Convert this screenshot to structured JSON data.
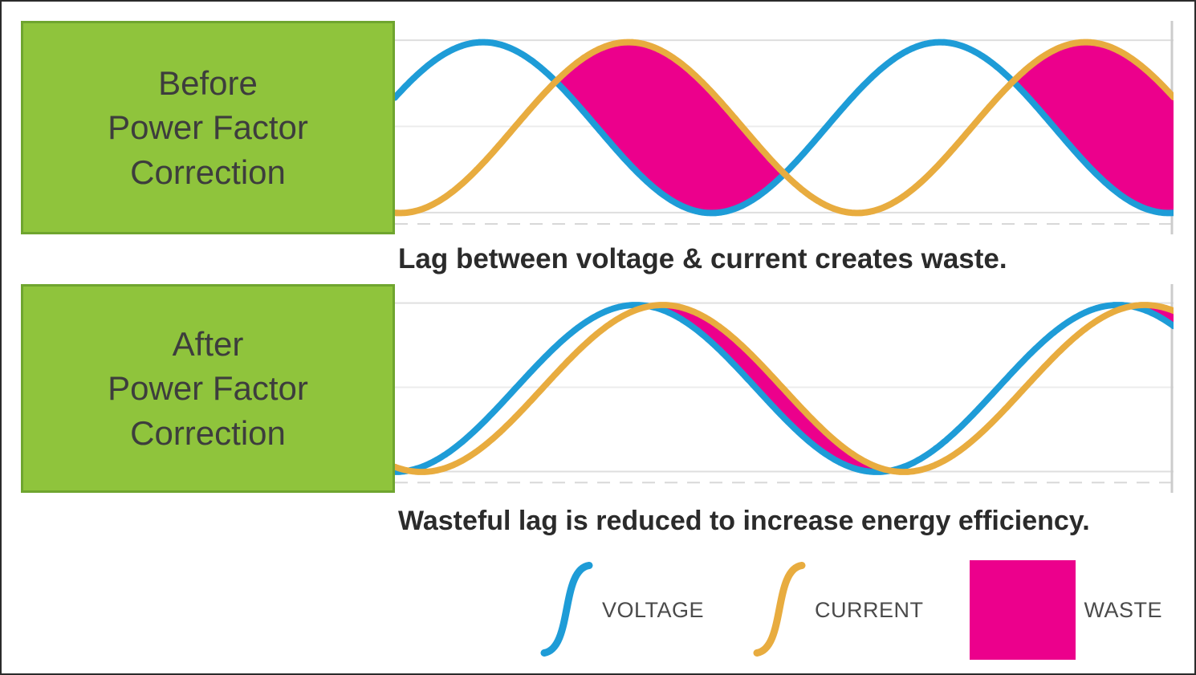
{
  "colors": {
    "voltage": "#1E9CD7",
    "current": "#E8AC3F",
    "waste": "#EC008C",
    "panel_green": "#8FC43C",
    "panel_green_border": "#6FA52F"
  },
  "panels": [
    {
      "label": "Before\nPower Factor\nCorrection",
      "caption": "Lag between voltage & current creates waste.",
      "wave": {
        "start_phase_rad": 0.36,
        "total_phase_rad": 10.7,
        "lag_rad": 2.0,
        "amplitude_ratio": 0.8
      }
    },
    {
      "label": "After\nPower Factor\nCorrection",
      "caption": "Wasteful lag is reduced to increase energy efficiency.",
      "wave": {
        "start_phase_rad": -1.5708,
        "total_phase_rad": 10.15,
        "lag_rad": 0.35,
        "amplitude_ratio": 0.8
      }
    }
  ],
  "legend": [
    {
      "label": "VOLTAGE"
    },
    {
      "label": "CURRENT"
    },
    {
      "label": "WASTE"
    }
  ]
}
